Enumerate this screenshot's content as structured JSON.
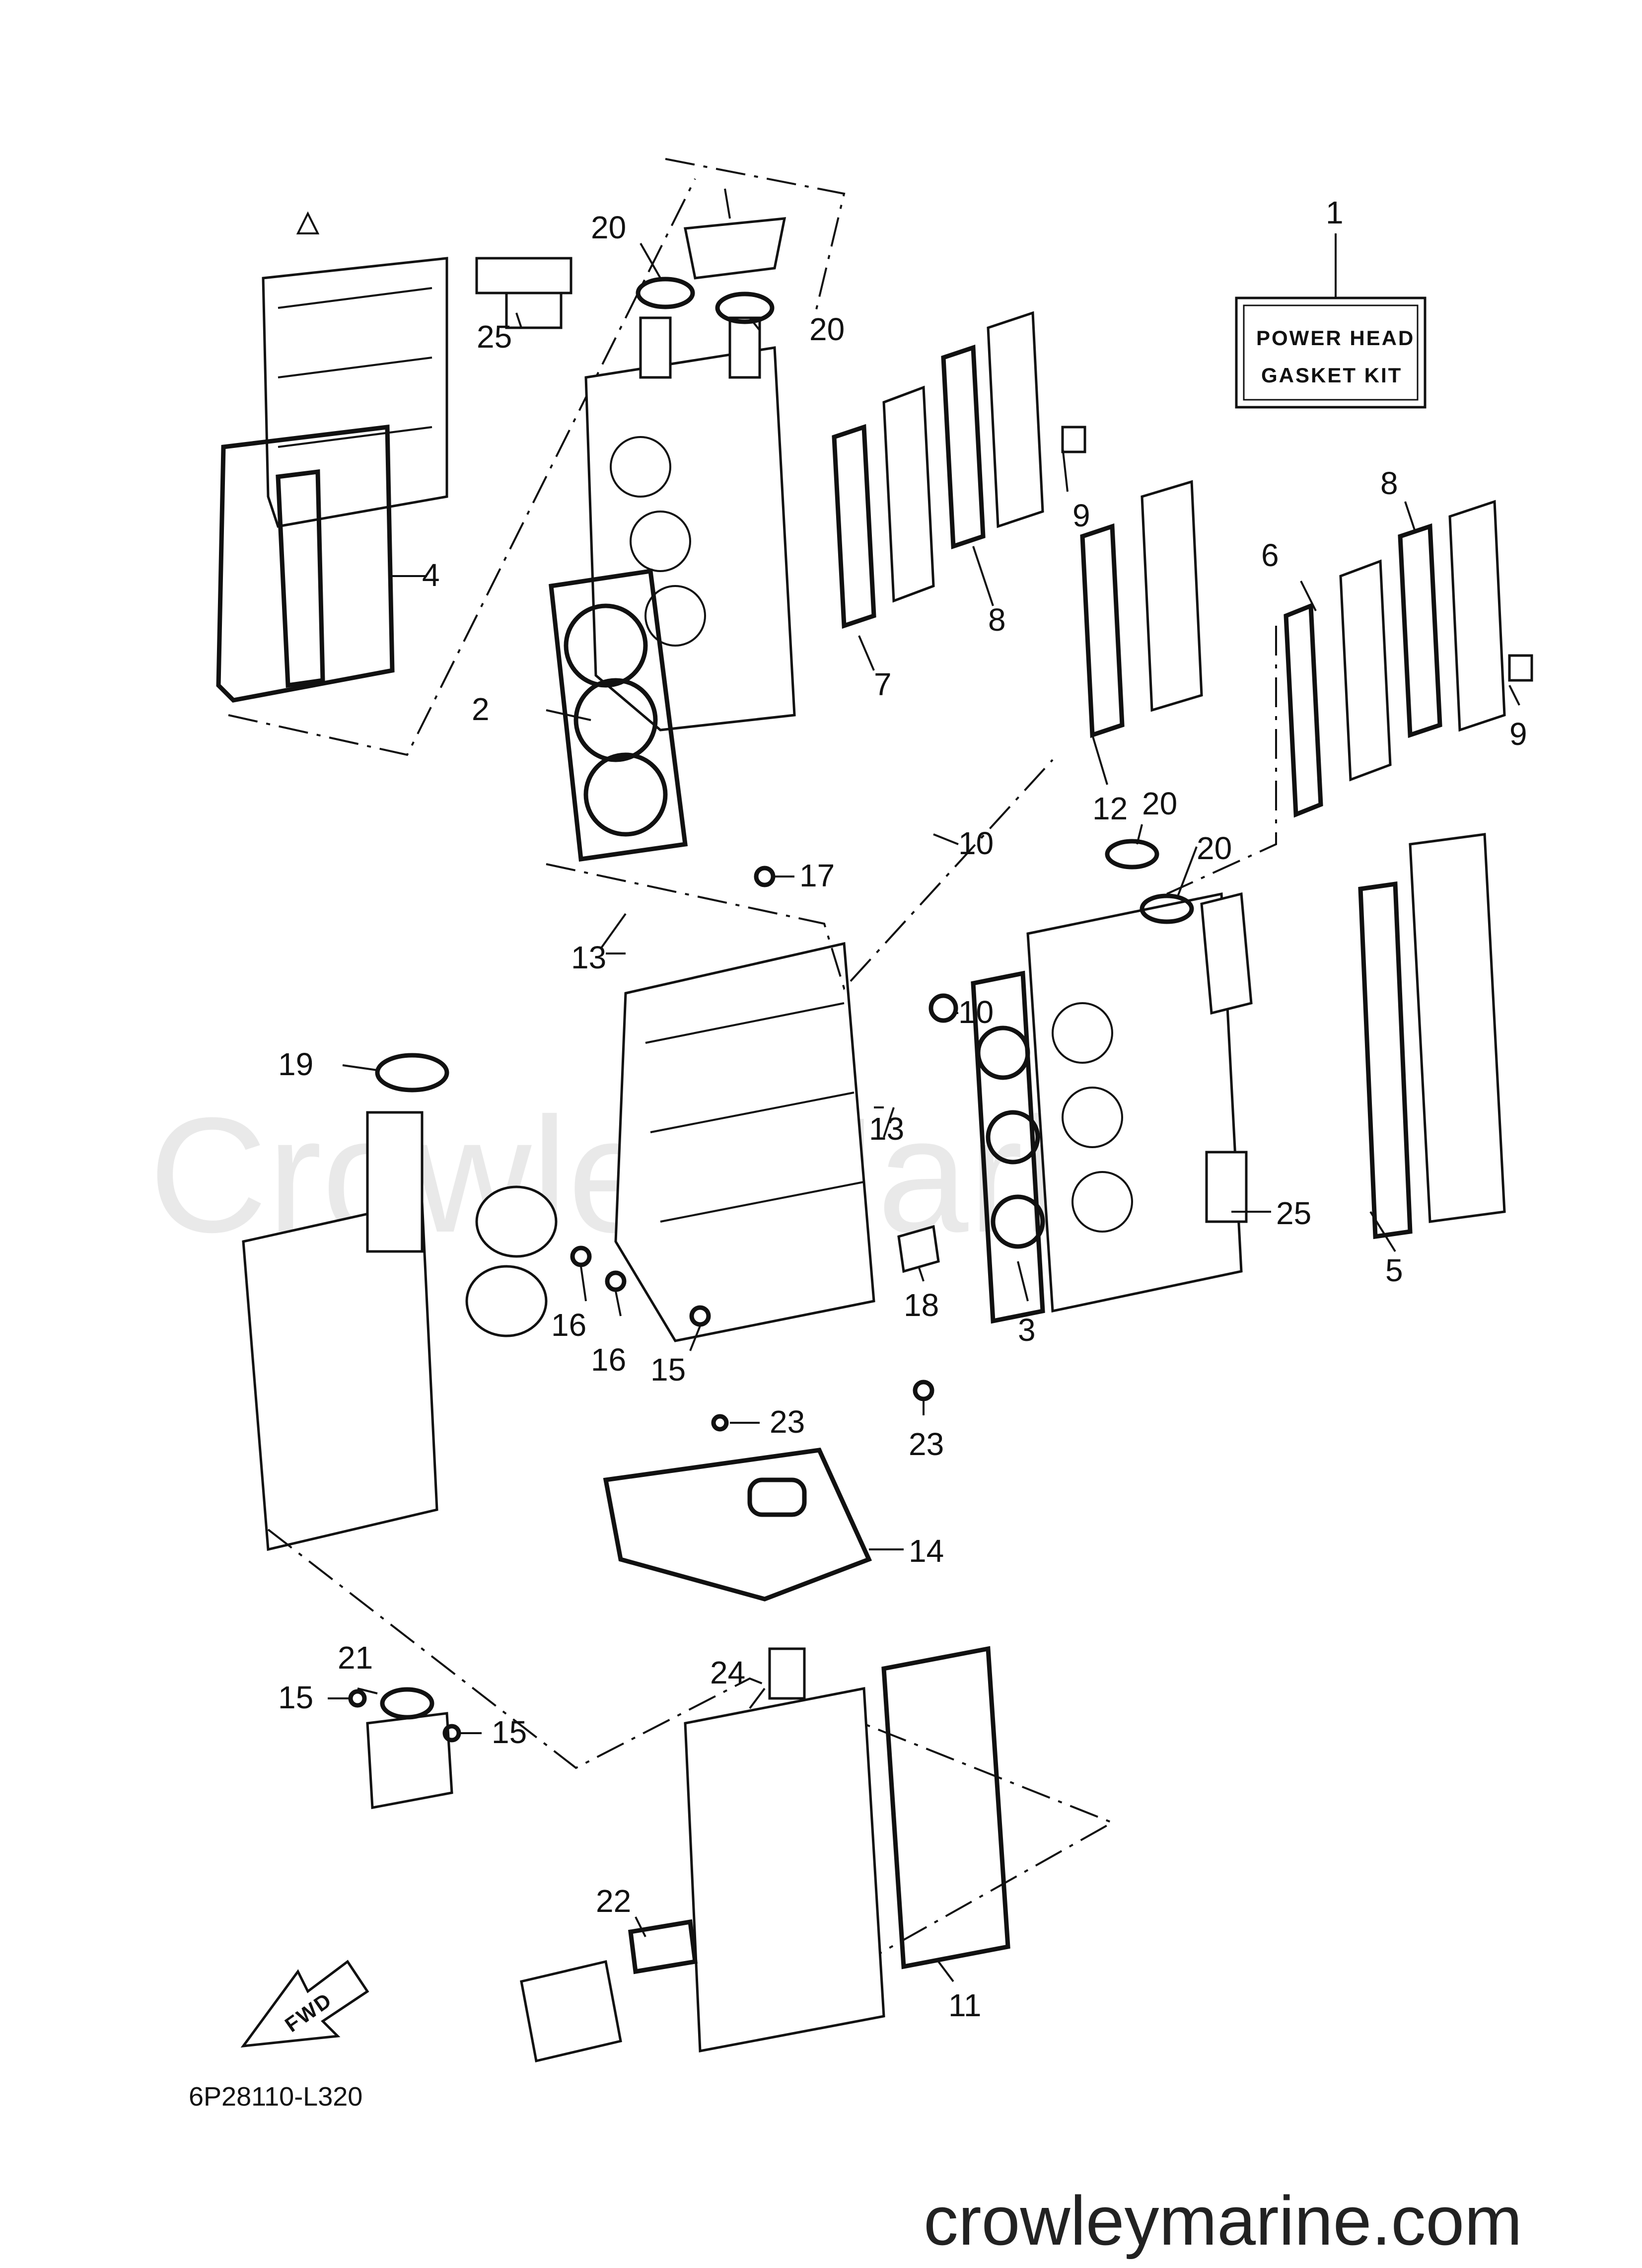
{
  "kit_label": {
    "line1": "POWER HEAD",
    "line2": "GASKET KIT"
  },
  "fwd_label": "FWD",
  "diagram_code": "6P28110-L320",
  "watermark": "CrowleyMarine",
  "website": "crowleymarine.com",
  "callouts": {
    "c1": "1",
    "c2": "2",
    "c3": "3",
    "c4": "4",
    "c5": "5",
    "c6": "6",
    "c7": "7",
    "c8a": "8",
    "c8b": "8",
    "c9a": "9",
    "c9b": "9",
    "c10a": "10",
    "c10b": "10",
    "c11": "11",
    "c12": "12",
    "c13a": "13",
    "c13b": "13",
    "c14": "14",
    "c15a": "15",
    "c15b": "15",
    "c15c": "15",
    "c16a": "16",
    "c16b": "16",
    "c17": "17",
    "c18": "18",
    "c19": "19",
    "c20a": "20",
    "c20b": "20",
    "c20c": "20",
    "c20d": "20",
    "c21": "21",
    "c22": "22",
    "c23a": "23",
    "c23b": "23",
    "c24": "24",
    "c25a": "25",
    "c25b": "25"
  }
}
